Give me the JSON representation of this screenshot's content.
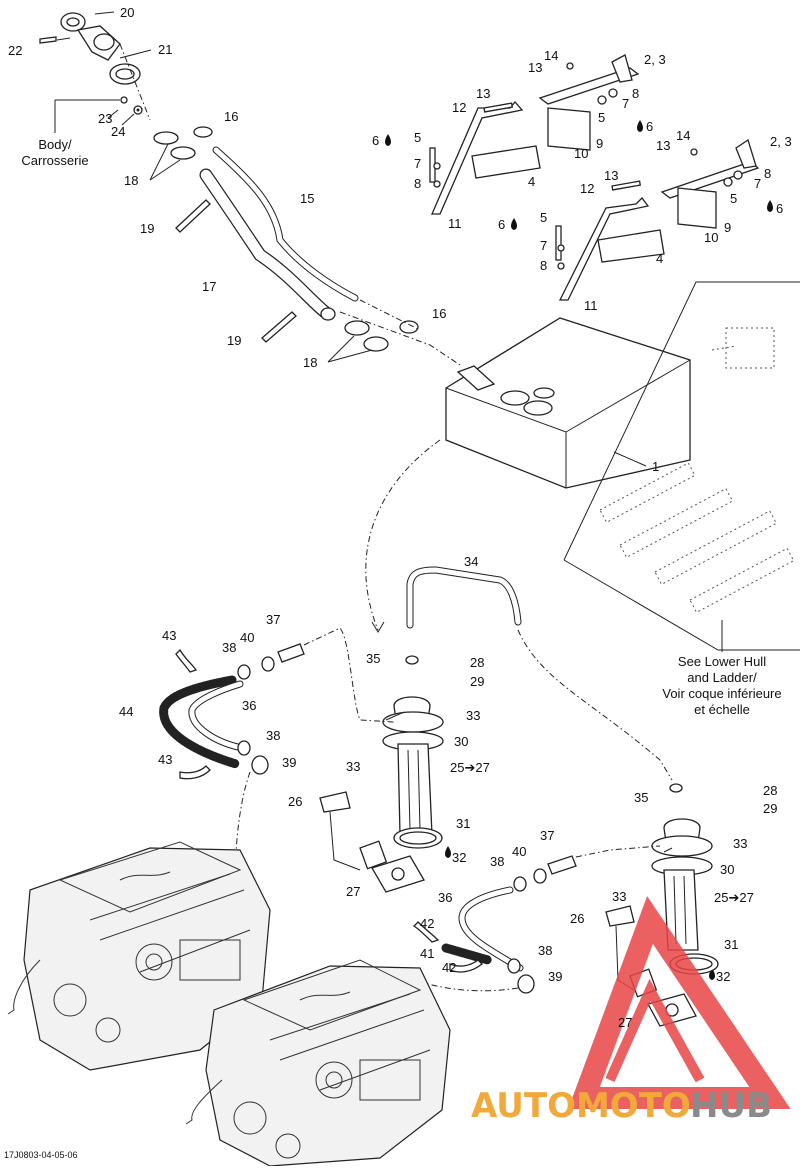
{
  "callouts": {
    "n1": "1",
    "n23": "2, 3",
    "n4": "4",
    "n5": "5",
    "n6": "6",
    "n7": "7",
    "n8": "8",
    "n9": "9",
    "n10": "10",
    "n11": "11",
    "n12": "12",
    "n13": "13",
    "n14": "14",
    "n15": "15",
    "n16": "16",
    "n17": "17",
    "n18": "18",
    "n19": "19",
    "n20": "20",
    "n21": "21",
    "n22": "22",
    "n23b": "23",
    "n24": "24",
    "n25": "25➔27",
    "n26": "26",
    "n27": "27",
    "n28": "28",
    "n29": "29",
    "n30": "30",
    "n31": "31",
    "n32": "32",
    "n33": "33",
    "n34": "34",
    "n35": "35",
    "n36": "36",
    "n37": "37",
    "n38": "38",
    "n39": "39",
    "n40": "40",
    "n41": "41",
    "n42": "42",
    "n43": "43",
    "n44": "44"
  },
  "notes": {
    "body_line1": "Body/",
    "body_line2": "Carrosserie",
    "hull_line1": "See Lower Hull",
    "hull_line2": "and Ladder/",
    "hull_line3": "Voir coque inférieure",
    "hull_line4": "et échelle"
  },
  "footer": {
    "drawing_code": "17J0803-04-05-06"
  },
  "watermark": {
    "word_a": "AUTOMOTO",
    "word_b": "HUB",
    "color_red": "#e84545",
    "color_orange": "#f2a93b",
    "color_gray": "#8a8a8a"
  }
}
